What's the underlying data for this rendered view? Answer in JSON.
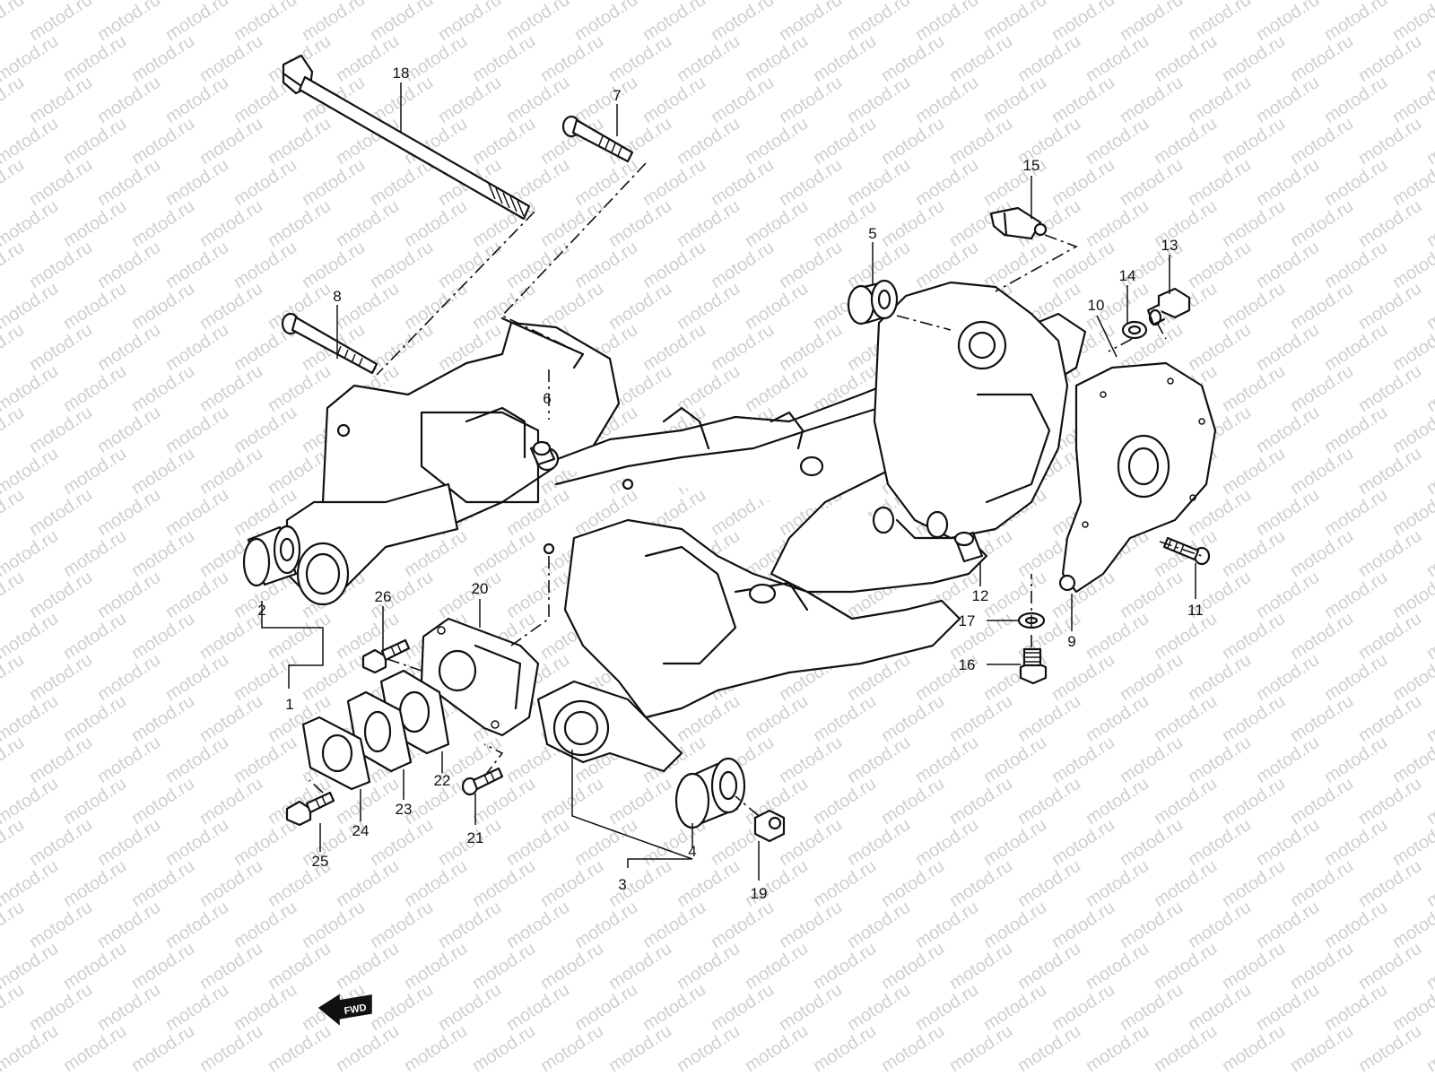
{
  "watermark": {
    "text": "motod.ru"
  },
  "callouts": [
    {
      "id": "1",
      "label": "1"
    },
    {
      "id": "2",
      "label": "2"
    },
    {
      "id": "3",
      "label": "3"
    },
    {
      "id": "4",
      "label": "4"
    },
    {
      "id": "5",
      "label": "5"
    },
    {
      "id": "6",
      "label": "6"
    },
    {
      "id": "7",
      "label": "7"
    },
    {
      "id": "8",
      "label": "8"
    },
    {
      "id": "9",
      "label": "9"
    },
    {
      "id": "10",
      "label": "10"
    },
    {
      "id": "11",
      "label": "11"
    },
    {
      "id": "12",
      "label": "12"
    },
    {
      "id": "13",
      "label": "13"
    },
    {
      "id": "14",
      "label": "14"
    },
    {
      "id": "15",
      "label": "15"
    },
    {
      "id": "16",
      "label": "16"
    },
    {
      "id": "17",
      "label": "17"
    },
    {
      "id": "18",
      "label": "18"
    },
    {
      "id": "19",
      "label": "19"
    },
    {
      "id": "20",
      "label": "20"
    },
    {
      "id": "21",
      "label": "21"
    },
    {
      "id": "22",
      "label": "22"
    },
    {
      "id": "23",
      "label": "23"
    },
    {
      "id": "24",
      "label": "24"
    },
    {
      "id": "25",
      "label": "25"
    },
    {
      "id": "26",
      "label": "26"
    }
  ],
  "direction_badge": {
    "label": "FWD",
    "icon": "forward-arrow-icon"
  },
  "colors": {
    "line": "#111111",
    "background": "#ffffff",
    "watermark": "#cfcfcf"
  }
}
